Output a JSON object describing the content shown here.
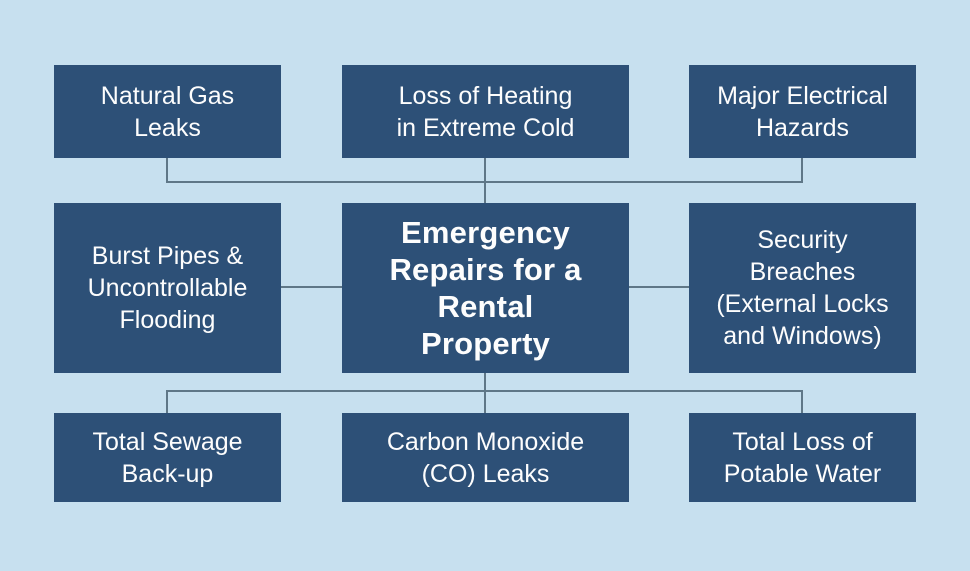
{
  "diagram": {
    "type": "central-hub-flowchart",
    "title": "Emergency Repairs for a Rental Property",
    "background_color": "#c7e0ef",
    "node_color": "#2d5077",
    "node_text_color": "#fdfdfd",
    "connector_color": "#5f7787",
    "center": {
      "id": "center",
      "label": "Emergency\nRepairs for a\nRental\nProperty"
    },
    "nodes": [
      {
        "id": "natural-gas-leaks",
        "label": "Natural Gas\nLeaks",
        "row": "top",
        "column": "left"
      },
      {
        "id": "loss-of-heating",
        "label": "Loss of Heating\nin Extreme Cold",
        "row": "top",
        "column": "center"
      },
      {
        "id": "major-electrical-hazards",
        "label": "Major Electrical\nHazards",
        "row": "top",
        "column": "right"
      },
      {
        "id": "burst-pipes-flooding",
        "label": "Burst Pipes &\nUncontrollable\nFlooding",
        "row": "middle",
        "column": "left"
      },
      {
        "id": "security-breaches",
        "label": "Security\nBreaches\n(External Locks\nand Windows)",
        "row": "middle",
        "column": "right"
      },
      {
        "id": "total-sewage-backup",
        "label": "Total Sewage\nBack-up",
        "row": "bottom",
        "column": "left"
      },
      {
        "id": "carbon-monoxide-leaks",
        "label": "Carbon Monoxide\n(CO) Leaks",
        "row": "bottom",
        "column": "center"
      },
      {
        "id": "total-loss-potable-water",
        "label": "Total Loss of\nPotable Water",
        "row": "bottom",
        "column": "right"
      }
    ]
  }
}
